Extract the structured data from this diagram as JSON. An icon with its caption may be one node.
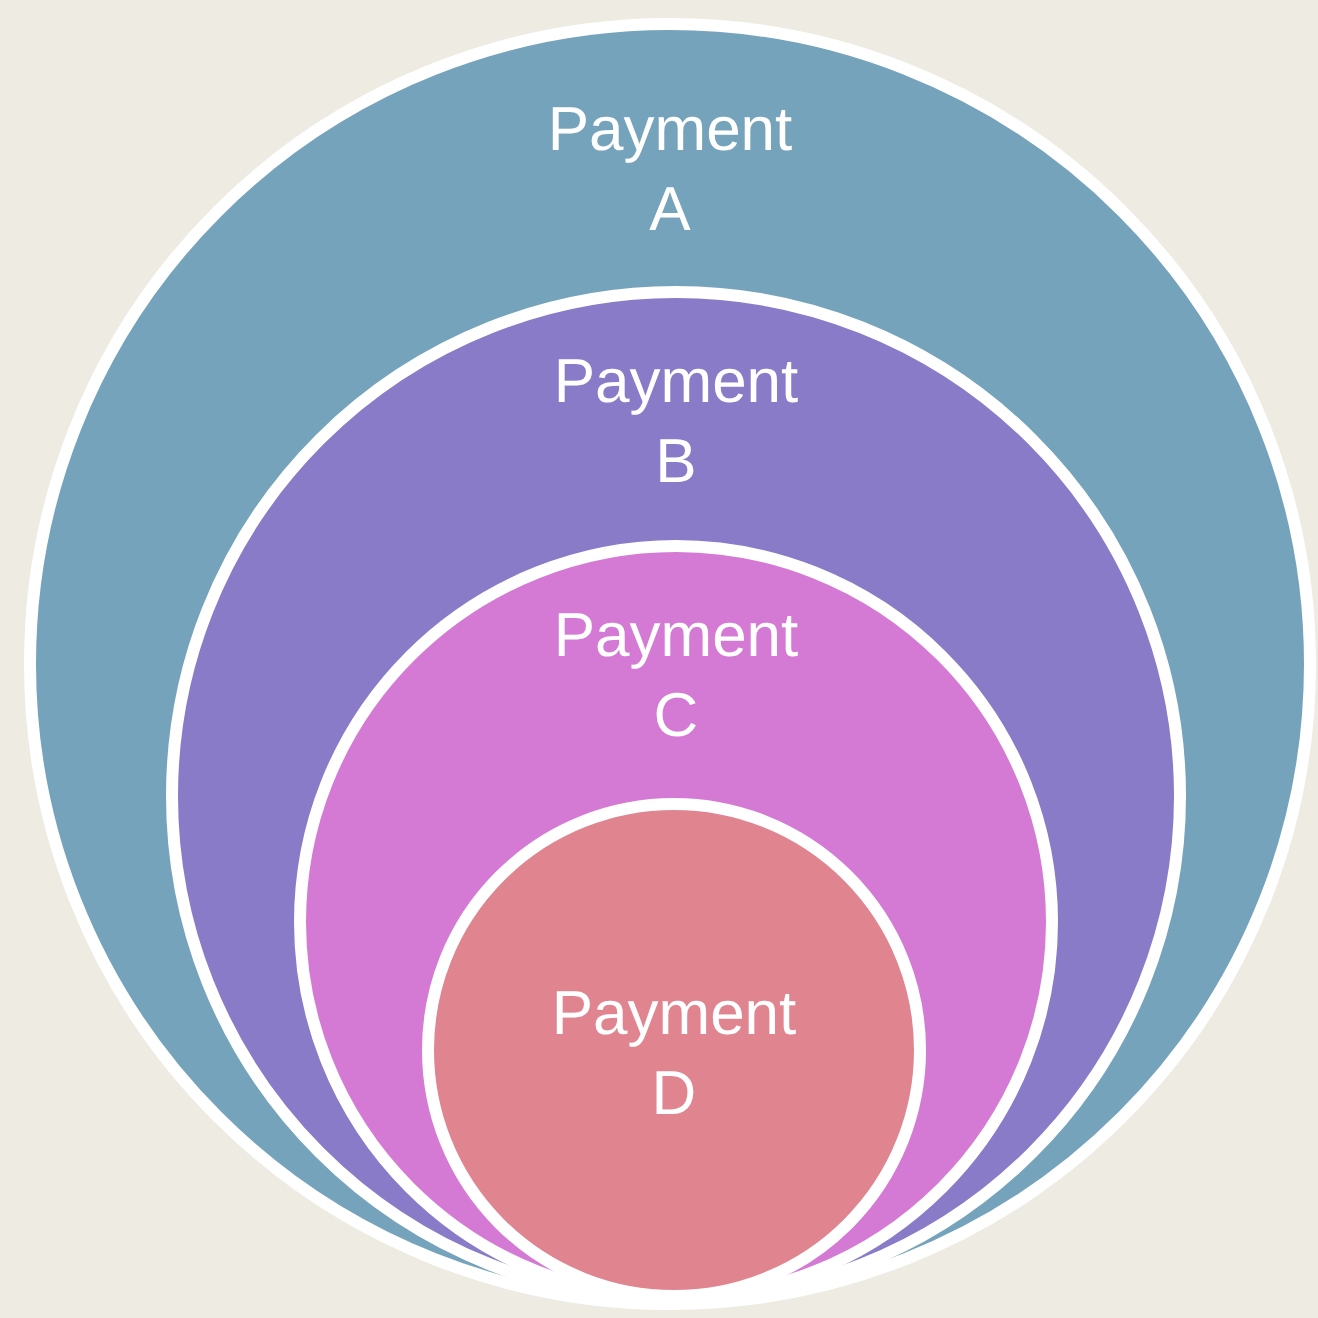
{
  "diagram": {
    "nodes": [
      {
        "text": [
          "Payment A"
        ]
      },
      {
        "text": [
          "Payment B"
        ],
        "in": 0
      },
      {
        "text": [
          "Payment C"
        ],
        "in": 1
      },
      {
        "text": [
          "Payment D"
        ],
        "in": 2
      }
    ]
  }
}
